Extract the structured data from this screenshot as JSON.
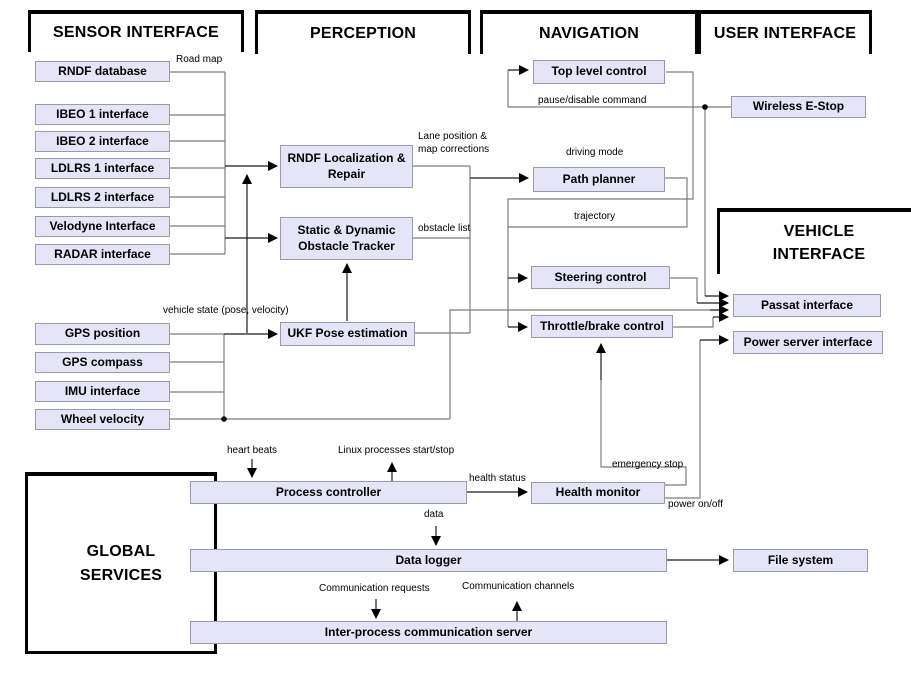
{
  "sections": {
    "sensor_interface": "SENSOR INTERFACE",
    "perception": "PERCEPTION",
    "navigation": "NAVIGATION",
    "user_interface": "USER INTERFACE",
    "vehicle_interface": "VEHICLE INTERFACE",
    "global_services": "GLOBAL SERVICES"
  },
  "boxes": {
    "rndf_database": "RNDF database",
    "ibeo1": "IBEO 1 interface",
    "ibeo2": "IBEO 2 interface",
    "ldlrs1": "LDLRS 1 interface",
    "ldlrs2": "LDLRS 2 interface",
    "velodyne": "Velodyne Interface",
    "radar": "RADAR interface",
    "gps_position": "GPS position",
    "gps_compass": "GPS compass",
    "imu": "IMU interface",
    "wheel_velocity": "Wheel velocity",
    "rndf_localization": "RNDF Localization & Repair",
    "obstacle_tracker": "Static & Dynamic Obstacle Tracker",
    "ukf": "UKF Pose estimation",
    "top_level_control": "Top level control",
    "path_planner": "Path planner",
    "steering_control": "Steering control",
    "throttle_brake": "Throttle/brake control",
    "wireless_estop": "Wireless E-Stop",
    "passat_interface": "Passat interface",
    "power_server": "Power server interface",
    "process_controller": "Process controller",
    "health_monitor": "Health monitor",
    "data_logger": "Data logger",
    "file_system": "File system",
    "ipc_server": "Inter-process communication server"
  },
  "wire_labels": {
    "road_map": "Road map",
    "lane_position": "Lane position & map corrections",
    "obstacle_list": "obstacle list",
    "vehicle_state": "vehicle state (pose, velocity)",
    "driving_mode": "driving mode",
    "trajectory": "trajectory",
    "pause_disable": "pause/disable command",
    "heart_beats": "heart beats",
    "linux_processes": "Linux processes start/stop",
    "health_status": "health status",
    "data": "data",
    "emergency_stop": "emergency stop",
    "power_on_off": "power on/off",
    "comm_requests": "Communication requests",
    "comm_channels": "Communication channels"
  },
  "colors": {
    "box_fill": "#e5e5f7",
    "box_border": "#9a9aad",
    "line_gray": "#7d7d7d",
    "line_black": "#1a1a1a",
    "arrow": "#000000"
  }
}
